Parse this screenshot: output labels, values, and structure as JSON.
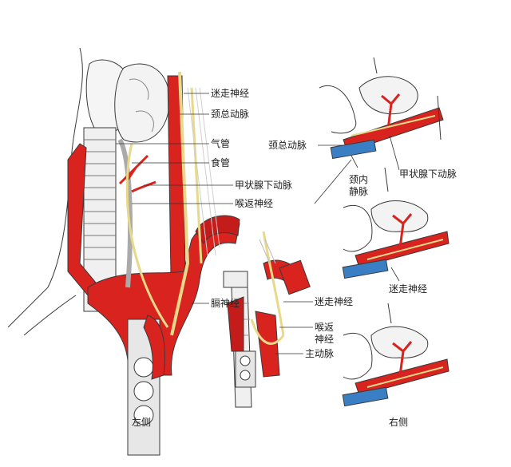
{
  "labels": {
    "vagus_left": "迷走神经",
    "common_carotid_left": "颈总动脉",
    "trachea": "气管",
    "esophagus": "食管",
    "inferior_thyroid_left": "甲状腺下动脉",
    "recurrent_laryngeal_left": "喉返神经",
    "phrenic": "膈神经",
    "vagus_mid": "迷走神经",
    "recurrent_mid_line1": "喉返",
    "recurrent_mid_line2": "神经",
    "aorta": "主动脉",
    "common_carotid_right": "颈总动脉",
    "internal_jugular_line1": "颈内",
    "internal_jugular_line2": "静脉",
    "inferior_thyroid_right": "甲状腺下动脉",
    "vagus_right": "迷走神经"
  },
  "captions": {
    "left_side": "左侧",
    "right_side": "右侧"
  },
  "colors": {
    "artery": "#d8231f",
    "vein": "#3a7fc3",
    "nerve": "#f3e7a3",
    "outline": "#3a3a3a"
  }
}
